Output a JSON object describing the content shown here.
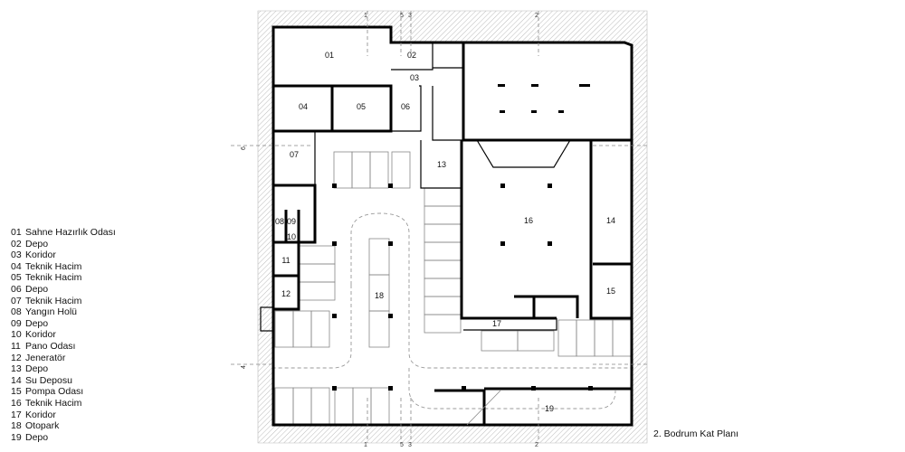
{
  "title": "2. Bodrum Kat Planı",
  "legend": [
    {
      "no": "01",
      "name": "Sahne Hazırlık Odası"
    },
    {
      "no": "02",
      "name": "Depo"
    },
    {
      "no": "03",
      "name": "Koridor"
    },
    {
      "no": "04",
      "name": "Teknik Hacim"
    },
    {
      "no": "05",
      "name": "Teknik Hacim"
    },
    {
      "no": "06",
      "name": "Depo"
    },
    {
      "no": "07",
      "name": "Teknik Hacim"
    },
    {
      "no": "08",
      "name": "Yangın Holü"
    },
    {
      "no": "09",
      "name": "Depo"
    },
    {
      "no": "10",
      "name": "Koridor"
    },
    {
      "no": "11",
      "name": "Pano Odası"
    },
    {
      "no": "12",
      "name": "Jeneratör"
    },
    {
      "no": "13",
      "name": "Depo"
    },
    {
      "no": "14",
      "name": "Su Deposu"
    },
    {
      "no": "15",
      "name": "Pompa Odası"
    },
    {
      "no": "16",
      "name": "Teknik Hacim"
    },
    {
      "no": "17",
      "name": "Koridor"
    },
    {
      "no": "18",
      "name": "Otopark"
    },
    {
      "no": "19",
      "name": "Depo"
    }
  ],
  "room_labels": [
    "01",
    "02",
    "03",
    "04",
    "05",
    "06",
    "07",
    "08",
    "09",
    "10",
    "11",
    "12",
    "13",
    "14",
    "15",
    "16",
    "17",
    "18",
    "19"
  ],
  "section_marks": {
    "s1": "1",
    "s2": "2",
    "s3": "3",
    "s4": "4",
    "s5": "5",
    "s6": "6"
  }
}
